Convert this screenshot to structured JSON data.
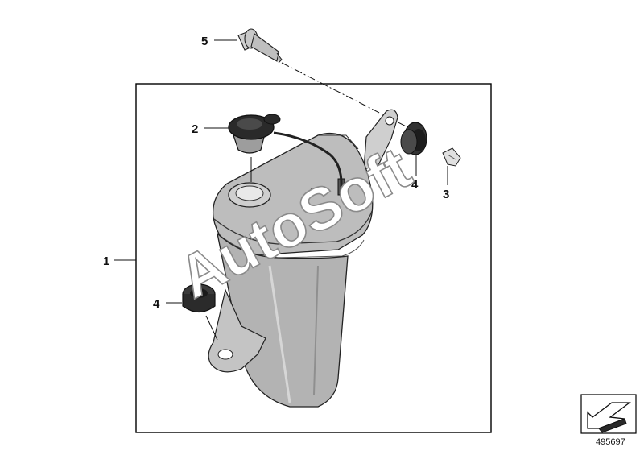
{
  "callouts": {
    "tank": "1",
    "cap": "2",
    "clip": "3",
    "grommet_right": "4",
    "grommet_left": "4",
    "bolt": "5"
  },
  "reference_number": "495697",
  "watermark": "AutoSoft",
  "colors": {
    "part_gray": "#b9b9b9",
    "part_dark": "#2b2b2b",
    "outline": "#111111",
    "frame": "#000000"
  },
  "icons": {
    "corner_badge": "arrow-icon"
  }
}
